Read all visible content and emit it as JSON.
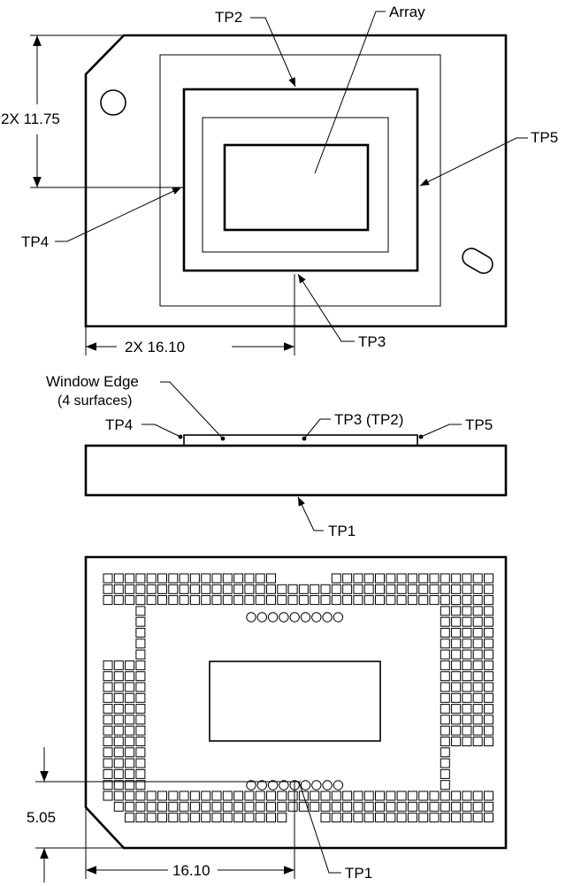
{
  "top_view": {
    "label_tp2": "TP2",
    "label_array": "Array",
    "label_tp5": "TP5",
    "label_tp4": "TP4",
    "label_tp3": "TP3",
    "dim_vertical": "2X 11.75",
    "dim_horizontal": "2X 16.10"
  },
  "side_view": {
    "label_window_edge": "Window Edge",
    "label_surfaces": "(4 surfaces)",
    "label_tp4": "TP4",
    "label_tp3_tp2": "TP3 (TP2)",
    "label_tp5": "TP5",
    "label_tp1": "TP1"
  },
  "bottom_view": {
    "dim_vertical": "5.05",
    "dim_horizontal": "16.10",
    "label_tp1": "TP1"
  }
}
